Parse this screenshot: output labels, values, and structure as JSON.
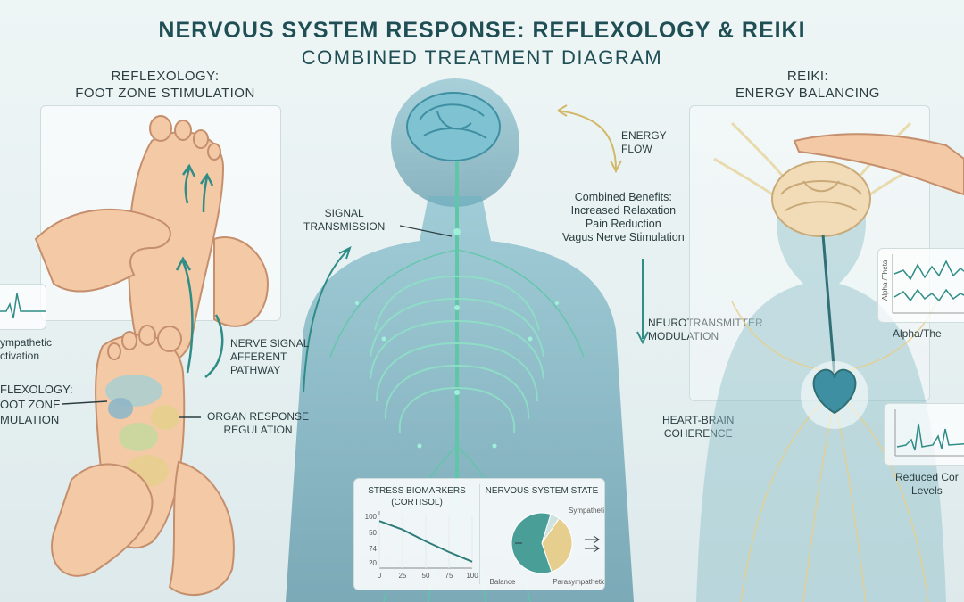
{
  "title": {
    "line1": "NERVOUS SYSTEM RESPONSE: REFLEXOLOGY & REIKI",
    "line2": "COMBINED TREATMENT DIAGRAM"
  },
  "left_panel": {
    "title_line1": "REFLEXOLOGY:",
    "title_line2": "FOOT ZONE STIMULATION",
    "side_label_1a": "ympathetic",
    "side_label_1b": "ctivation",
    "side_label_2a": "FLEXOLOGY:",
    "side_label_2b": "OOT ZONE",
    "side_label_2c": "MULATION"
  },
  "labels": {
    "nerve_signal": "NERVE SIGNAL",
    "afferent": "AFFERENT",
    "pathway": "PATHWAY",
    "organ_response": "ORGAN RESPONSE",
    "regulation": "REGULATION",
    "signal": "SIGNAL",
    "transmission": "TRANSMISSION",
    "energy": "ENERGY",
    "flow": "FLOW",
    "neurotransmitter": "NEUROTRANSMITTER",
    "modulation": "MODULATION",
    "heart_brain": "HEART-BRAIN",
    "coherence": "COHERENCE"
  },
  "benefits": {
    "heading": "Combined Benefits:",
    "items": [
      "Increased Relaxation",
      "Pain Reduction",
      "Vagus Nerve Stimulation"
    ]
  },
  "right_panel": {
    "title_line1": "REIKI:",
    "title_line2": "ENERGY BALANCING",
    "wave_card_label": "Alpha/The",
    "wave_axis_label": "Alpha /Theta",
    "cortisol_card_a": "Reduced Cor",
    "cortisol_card_b": "Levels"
  },
  "colors": {
    "title": "#1f4e55",
    "nerve": "#5fc7a8",
    "body": "#3f8fa3",
    "accent_teal": "#2f8c86",
    "pie_balance": "#e6cf8e",
    "pie_parasympathetic": "#4a9e98"
  },
  "chart_data": [
    {
      "type": "line",
      "title": "STRESS BIOMARKERS (CORTISOL)",
      "x": [
        0,
        25,
        50,
        75,
        100
      ],
      "y": [
        88,
        72,
        50,
        30,
        12
      ],
      "xticks": [
        "0",
        "25",
        "50",
        "75",
        "100"
      ],
      "yticks": [
        "100",
        "50",
        "74",
        "20"
      ],
      "xlim": [
        0,
        100
      ],
      "ylim": [
        0,
        100
      ],
      "grid": true
    },
    {
      "type": "pie",
      "title": "NERVOUS SYSTEM STATE",
      "labels": [
        "Sympathetic",
        "Balance",
        "Parasympathetic"
      ],
      "values": [
        5,
        35,
        60
      ],
      "colors": [
        "#cfe3e0",
        "#e6cf8e",
        "#4a9e98"
      ]
    }
  ]
}
